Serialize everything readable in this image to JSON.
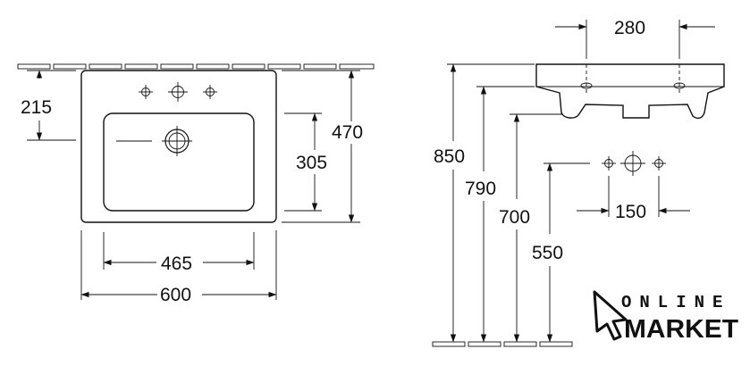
{
  "dimensions": {
    "front_top_height": "215",
    "front_total_height": "470",
    "basin_depth": "305",
    "basin_width": "465",
    "total_width": "600",
    "side_width": "280",
    "floor_to_top": "850",
    "floor_to_rim": "790",
    "floor_to_bottom": "700",
    "floor_to_tap": "550",
    "tap_spacing": "150"
  },
  "logo": {
    "line1": "ONLINE",
    "line2": "MARKET"
  }
}
